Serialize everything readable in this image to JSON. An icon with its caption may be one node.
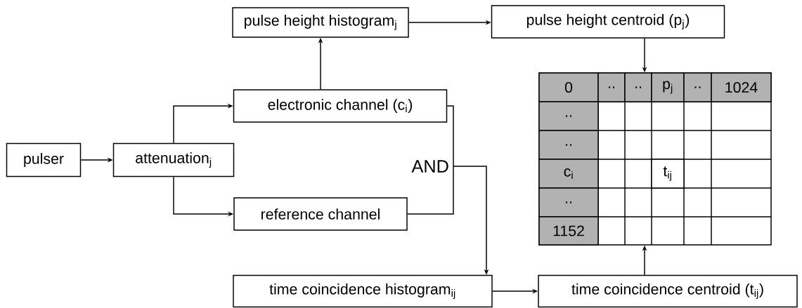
{
  "diagram": {
    "nodes": [
      {
        "text": [
          "pulser"
        ]
      },
      {
        "text": [
          "attenuation$_{j}$"
        ]
      },
      {
        "text": [
          "pulse height histogram$_{j}$"
        ]
      },
      {
        "text": [
          "pulse height centroid (p$_{j}$)"
        ]
      },
      {
        "text": [
          "electronic channel (c$_{i}$)"
        ]
      },
      {
        "text": [
          "reference channel"
        ]
      },
      {
        "text": [
          "AND"
        ]
      },
      {
        "text": [],
        "shape": "box"
      },
      {
        "text": [
          "time coincidence histogram$_{ij}$"
        ]
      },
      {
        "text": [
          "time coincidence centroid (t$_{ij}$)"
        ]
      }
    ],
    "edges": [
      {
        "from": 0,
        "to": 1,
        "arrow": "to"
      },
      {
        "from": 1,
        "to": 4,
        "arrow": "to"
      },
      {
        "from": 1,
        "to": 5,
        "arrow": "to"
      },
      {
        "from": 4,
        "to": 2,
        "arrow": "to"
      },
      {
        "from": 2,
        "to": 3,
        "arrow": "to"
      },
      {
        "from": 3,
        "to": 7,
        "arrow": "to"
      },
      {
        "from": 4,
        "to": 6,
        "arrow": "none"
      },
      {
        "from": 5,
        "to": 6,
        "arrow": "none"
      },
      {
        "from": 6,
        "to": 8,
        "arrow": "to"
      },
      {
        "from": 8,
        "to": 9,
        "arrow": "to"
      },
      {
        "from": 9,
        "to": 7,
        "arrow": "to"
      }
    ],
    "labels": [
      "0",
      "..",
      "..",
      "p$_{j}$",
      "..",
      "1024",
      "..",
      "..",
      "c$_{i}$",
      "t$_{ij}$",
      "..",
      "1152"
    ]
  }
}
